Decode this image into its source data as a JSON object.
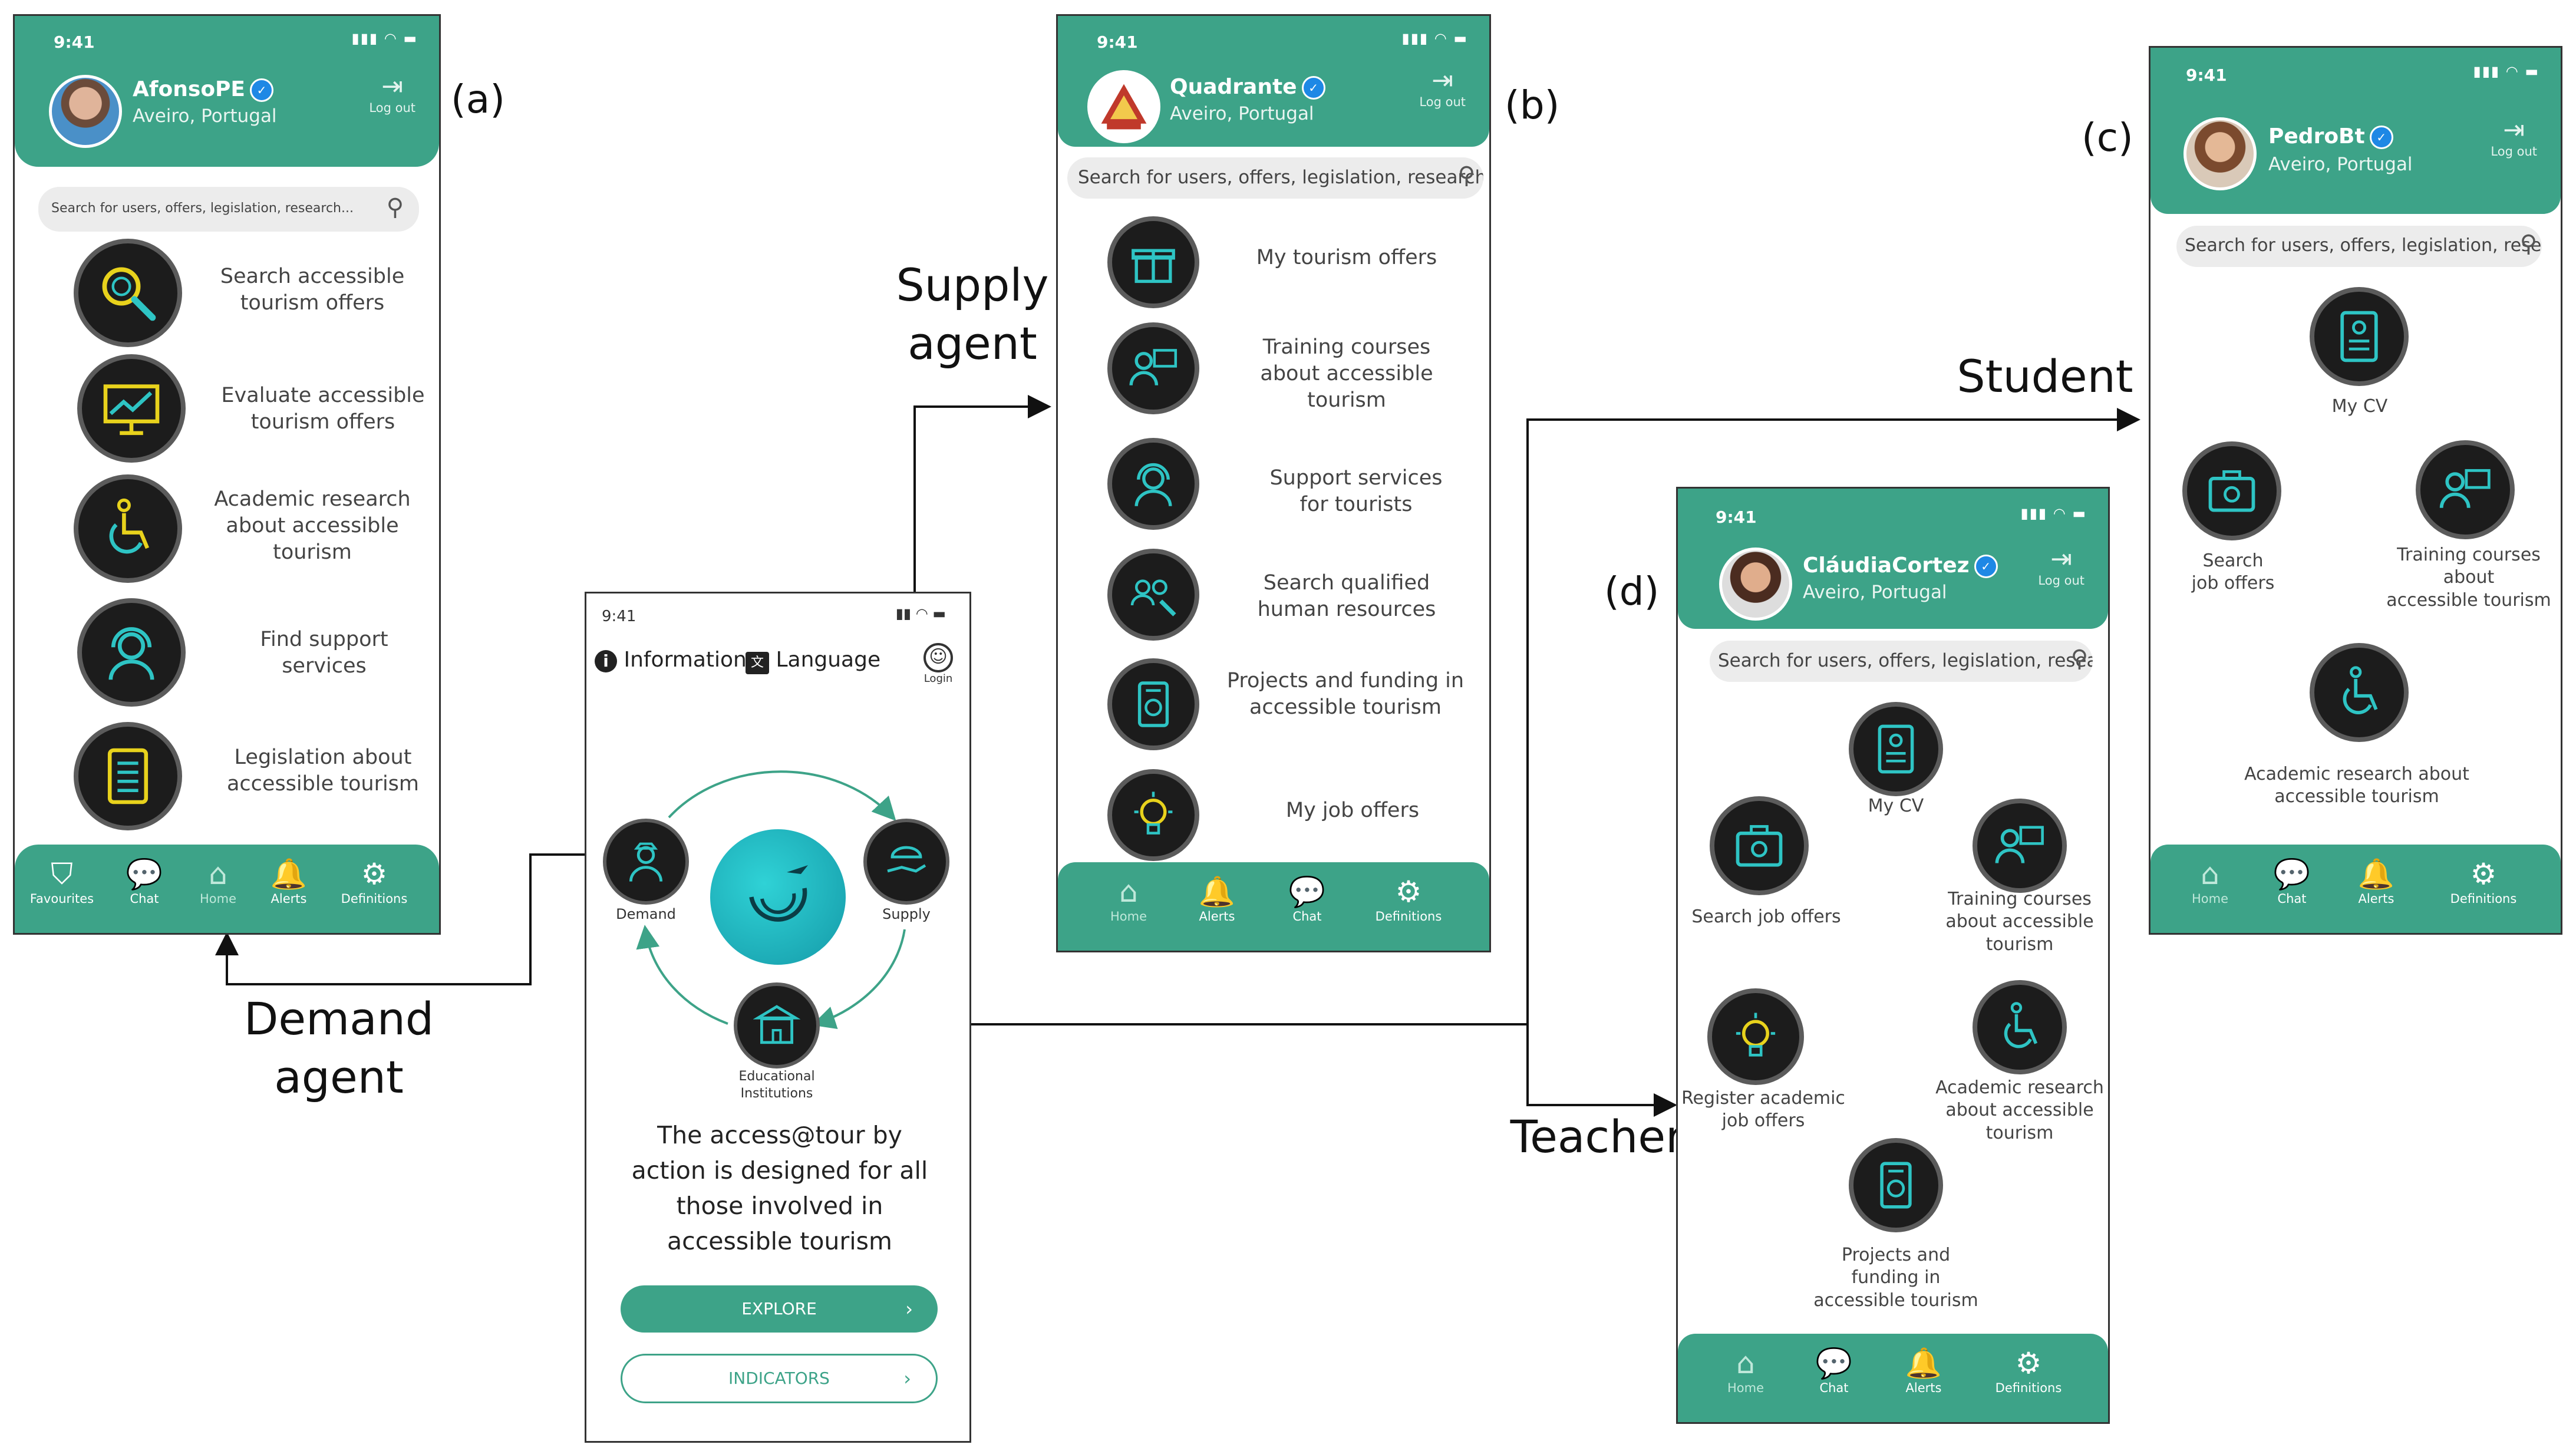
{
  "panel_a": {
    "tag": "(a)",
    "time": "9:41",
    "user": {
      "name": "AfonsoPE",
      "location": "Aveiro, Portugal"
    },
    "logout_label": "Log out",
    "search_placeholder": "Search for users, offers, legislation, research...",
    "menu": [
      {
        "icon": "magnifier-icon",
        "label_lines": [
          "Search accessible",
          "tourism offers"
        ]
      },
      {
        "icon": "chart-monitor-icon",
        "label_lines": [
          "Evaluate accessible",
          "tourism offers"
        ]
      },
      {
        "icon": "wheelchair-icon",
        "label_lines": [
          "Academic research",
          "about accessible",
          "tourism"
        ]
      },
      {
        "icon": "headset-icon",
        "label_lines": [
          "Find support",
          "services"
        ]
      },
      {
        "icon": "document-icon",
        "label_lines": [
          "Legislation about",
          "accessible tourism"
        ]
      }
    ],
    "nav": [
      {
        "icon": "bookmark-icon",
        "label": "Favourites"
      },
      {
        "icon": "chat-icon",
        "label": "Chat"
      },
      {
        "icon": "home-icon",
        "label": "Home"
      },
      {
        "icon": "bell-icon",
        "label": "Alerts"
      },
      {
        "icon": "gear-icon",
        "label": "Definitions"
      }
    ]
  },
  "panel_b": {
    "tag": "(b)",
    "time": "9:41",
    "user": {
      "name": "Quadrante",
      "location": "Aveiro, Portugal"
    },
    "logout_label": "Log out",
    "search_placeholder": "Search for users, offers, legislation, research...",
    "menu": [
      {
        "icon": "gift-icon",
        "label_lines": [
          "My tourism offers"
        ]
      },
      {
        "icon": "training-icon",
        "label_lines": [
          "Training courses",
          "about accessible",
          "tourism"
        ]
      },
      {
        "icon": "headset-icon",
        "label_lines": [
          "Support services",
          "for tourists"
        ]
      },
      {
        "icon": "people-search-icon",
        "label_lines": [
          "Search qualified",
          "human resources"
        ]
      },
      {
        "icon": "project-icon",
        "label_lines": [
          "Projects and funding in",
          "accessible tourism"
        ]
      },
      {
        "icon": "lightbulb-icon",
        "label_lines": [
          "My job offers"
        ]
      }
    ],
    "nav": [
      {
        "icon": "home-icon",
        "label": "Home"
      },
      {
        "icon": "bell-icon",
        "label": "Alerts"
      },
      {
        "icon": "chat-icon",
        "label": "Chat"
      },
      {
        "icon": "gear-icon",
        "label": "Definitions"
      }
    ]
  },
  "panel_c": {
    "tag": "(c)",
    "time": "9:41",
    "user": {
      "name": "PedroBt",
      "location": "Aveiro, Portugal"
    },
    "logout_label": "Log out",
    "search_placeholder": "Search for users, offers, legislation, research",
    "items": [
      {
        "icon": "cv-icon",
        "label_lines": [
          "My CV"
        ]
      },
      {
        "icon": "briefcase-search-icon",
        "label_lines": [
          "Search",
          "job offers"
        ]
      },
      {
        "icon": "training-icon",
        "label_lines": [
          "Training courses",
          "about",
          "accessible tourism"
        ]
      },
      {
        "icon": "wheelchair-icon",
        "label_lines": [
          "Academic research about",
          "accessible tourism"
        ]
      }
    ],
    "nav": [
      {
        "icon": "home-icon",
        "label": "Home"
      },
      {
        "icon": "chat-icon",
        "label": "Chat"
      },
      {
        "icon": "bell-icon",
        "label": "Alerts"
      },
      {
        "icon": "gear-icon",
        "label": "Definitions"
      }
    ]
  },
  "panel_d": {
    "tag": "(d)",
    "time": "9:41",
    "user": {
      "name": "CláudiaCortez",
      "location": "Aveiro, Portugal"
    },
    "logout_label": "Log out",
    "search_placeholder": "Search for users, offers, legislation, research",
    "items": [
      {
        "icon": "cv-icon",
        "label_lines": [
          "My CV"
        ]
      },
      {
        "icon": "briefcase-search-icon",
        "label_lines": [
          "Search job offers"
        ]
      },
      {
        "icon": "training-icon",
        "label_lines": [
          "Training courses",
          "about accessible",
          "tourism"
        ]
      },
      {
        "icon": "lightbulb-icon",
        "label_lines": [
          "Register academic",
          "job offers"
        ]
      },
      {
        "icon": "wheelchair-icon",
        "label_lines": [
          "Academic research",
          "about accessible",
          "tourism"
        ]
      },
      {
        "icon": "project-icon",
        "label_lines": [
          "Projects and",
          "funding in",
          "accessible tourism"
        ]
      }
    ],
    "nav": [
      {
        "icon": "home-icon",
        "label": "Home"
      },
      {
        "icon": "chat-icon",
        "label": "Chat"
      },
      {
        "icon": "bell-icon",
        "label": "Alerts"
      },
      {
        "icon": "gear-icon",
        "label": "Definitions"
      }
    ]
  },
  "center": {
    "time": "9:41",
    "information": "Information",
    "language": "Language",
    "login": "Login",
    "nodes": {
      "demand": "Demand",
      "supply": "Supply",
      "edu_lines": [
        "Educational",
        "Institutions"
      ]
    },
    "tagline_lines": [
      "The access@tour by",
      "action is designed for all",
      "those involved in",
      "accessible tourism"
    ],
    "explore": "EXPLORE",
    "indicators": "INDICATORS"
  },
  "annotations": {
    "supply_lines": [
      "Supply",
      "agent"
    ],
    "demand_lines": [
      "Demand",
      "agent"
    ],
    "student": "Student",
    "teacher": "Teacher"
  },
  "colors": {
    "header_green": "#3da388",
    "icon_cyan": "#2ec4c4",
    "icon_yellow": "#e8d21c"
  }
}
